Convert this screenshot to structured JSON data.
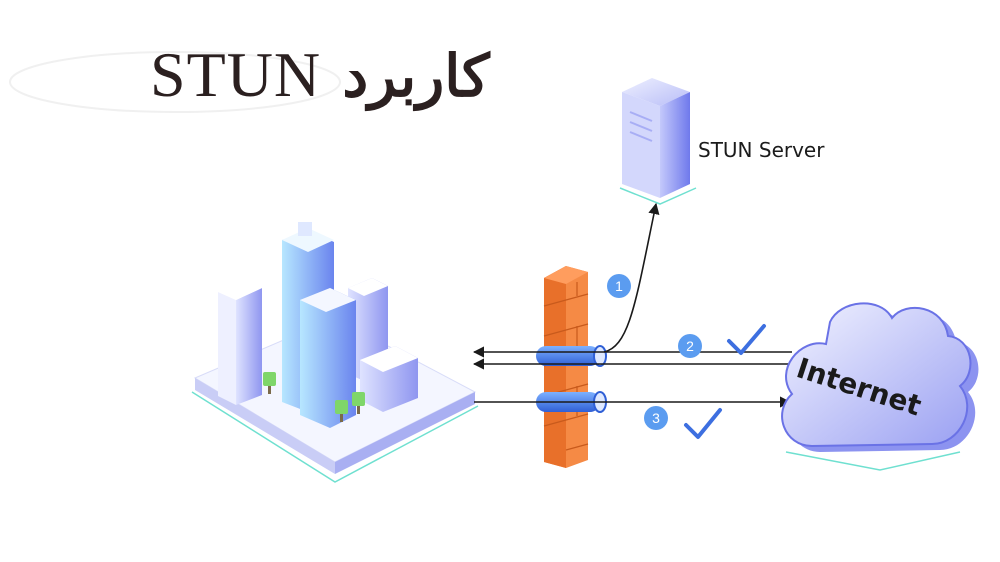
{
  "title": {
    "persian": "کاربرد",
    "latin": "STUN"
  },
  "nodes": {
    "server_label": "STUN Server",
    "internet_label": "Internet"
  },
  "steps": [
    {
      "number": "1",
      "check": false
    },
    {
      "number": "2",
      "check": true
    },
    {
      "number": "3",
      "check": true
    }
  ],
  "colors": {
    "badge": "#5b9cf0",
    "check": "#3d6fe0",
    "firewall": "#f07a3a",
    "building": "#8a90ee",
    "cloud": "#6a72e6"
  },
  "icons": [
    "buildings-icon",
    "firewall-icon",
    "server-icon",
    "cloud-icon",
    "check-icon"
  ]
}
